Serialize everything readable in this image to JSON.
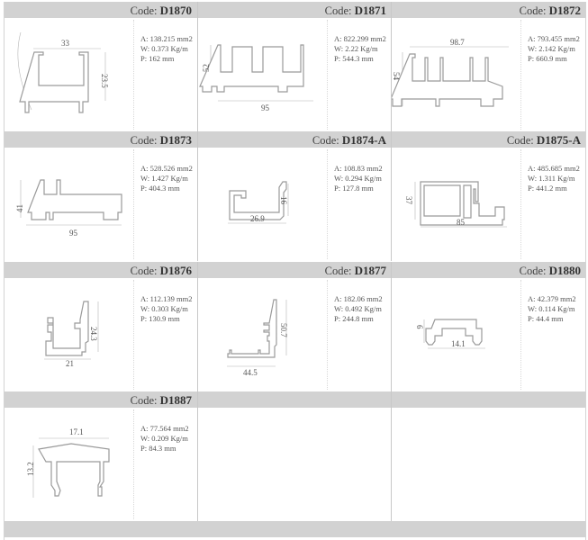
{
  "catalog": {
    "code_prefix": "Code:",
    "profiles": [
      {
        "code": "D1870",
        "area": "A: 138.215 mm2",
        "weight": "W: 0.373 Kg/m",
        "perimeter": "P: 162 mm",
        "dims": {
          "width": "33",
          "height": "23.5"
        }
      },
      {
        "code": "D1871",
        "area": "A: 822.299 mm2",
        "weight": "W: 2.22 Kg/m",
        "perimeter": "P: 544.3 mm",
        "dims": {
          "width": "95",
          "height": "52"
        }
      },
      {
        "code": "D1872",
        "area": "A: 793.455 mm2",
        "weight": "W: 2.142 Kg/m",
        "perimeter": "P: 660.9 mm",
        "dims": {
          "width": "98.7",
          "height": "54"
        }
      },
      {
        "code": "D1873",
        "area": "A: 528.526 mm2",
        "weight": "W: 1.427 Kg/m",
        "perimeter": "P: 404.3 mm",
        "dims": {
          "width": "95",
          "height": "41"
        }
      },
      {
        "code": "D1874-A",
        "area": "A: 108.83 mm2",
        "weight": "W: 0.294 Kg/m",
        "perimeter": "P: 127.8 mm",
        "dims": {
          "width": "26.9",
          "height": "16"
        }
      },
      {
        "code": "D1875-A",
        "area": "A: 485.685 mm2",
        "weight": "W: 1.311 Kg/m",
        "perimeter": "P: 441.2 mm",
        "dims": {
          "width": "85",
          "height": "37"
        }
      },
      {
        "code": "D1876",
        "area": "A: 112.139 mm2",
        "weight": "W: 0.303 Kg/m",
        "perimeter": "P: 130.9 mm",
        "dims": {
          "width": "21",
          "height": "24.3"
        }
      },
      {
        "code": "D1877",
        "area": "A: 182.06 mm2",
        "weight": "W: 0.492 Kg/m",
        "perimeter": "P: 244.8 mm",
        "dims": {
          "width": "44.5",
          "height": "50.7"
        }
      },
      {
        "code": "D1880",
        "area": "A: 42.379 mm2",
        "weight": "W: 0.114 Kg/m",
        "perimeter": "P: 44.4 mm",
        "dims": {
          "width": "14.1",
          "height": "6"
        }
      },
      {
        "code": "D1887",
        "area": "A: 77.564 mm2",
        "weight": "W: 0.209 Kg/m",
        "perimeter": "P: 84.3 mm",
        "dims": {
          "width": "17.1",
          "height": "13.2"
        }
      }
    ],
    "colors": {
      "header_bar": "#d2d2d2",
      "text": "#3a3a3a",
      "profile_stroke": "#9a9a9a"
    }
  }
}
